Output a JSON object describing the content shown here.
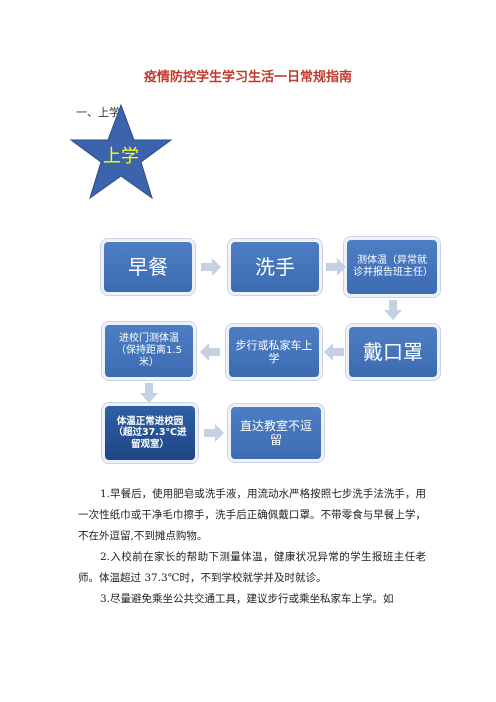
{
  "title": "疫情防控学生学习生活一日常规指南",
  "section_heading": "一、上学",
  "star": {
    "label": "上学",
    "icon": "star-icon",
    "color": "#3b64ad",
    "text_color": "#ffff00"
  },
  "flow": {
    "box1": "早餐",
    "box2": "洗手",
    "box3": "测体温（异常就诊并报告班主任）",
    "box4": "戴口罩",
    "box5": "步行或私家车上学",
    "box6": "进校门测体温（保持距离1.5米）",
    "box7": "体温正常进校园（超过37.3℃进留观室）",
    "box8": "直达教室不逗留",
    "arrow_icon": "chevron-arrow-icon",
    "colors": {
      "box": "#4472c4",
      "box_dark": "#2b579a",
      "arrow": "#c5d0e3"
    }
  },
  "paragraphs": [
    "1.早餐后，使用肥皂或洗手液，用流动水严格按照七步洗手法洗手，用一次性纸巾或干净毛巾擦手，洗手后正确佩戴口罩。不带零食与早餐上学，不在外逗留,不到摊点购物。",
    "2.入校前在家长的帮助下测量体温，健康状况异常的学生报班主任老师。体温超过 37.3℃时，不到学校就学并及时就诊。",
    "3.尽量避免乘坐公共交通工具，建议步行或乘坐私家车上学。如"
  ]
}
